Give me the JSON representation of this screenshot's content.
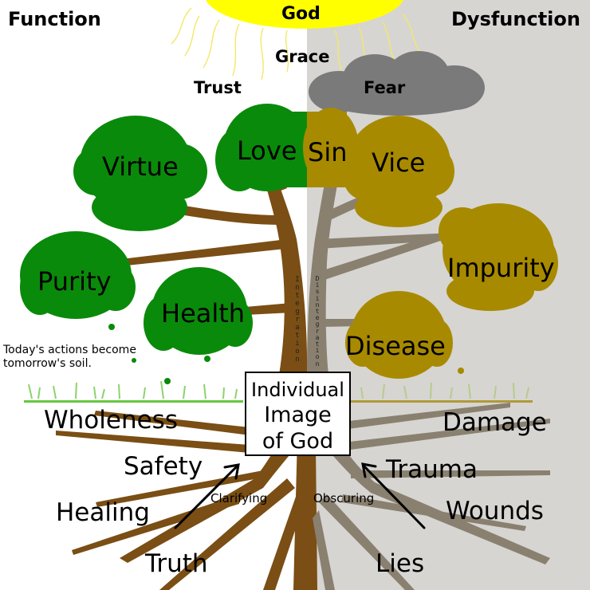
{
  "header": {
    "left_title": "Function",
    "right_title": "Dysfunction"
  },
  "sky": {
    "sun_label": "God",
    "grace_label": "Grace",
    "trust_label": "Trust",
    "fear_label": "Fear"
  },
  "canopy": {
    "virtue": "Virtue",
    "love": "Love",
    "sin": "Sin",
    "vice": "Vice",
    "purity": "Purity",
    "impurity": "Impurity",
    "health": "Health",
    "disease": "Disease"
  },
  "trunk": {
    "integration": "Integration",
    "disintegration": "Disintegration"
  },
  "note": {
    "line1": "Today's actions become",
    "line2": "tomorrow's soil."
  },
  "center": {
    "line1": "Individual",
    "line2": "Image",
    "line3": "of God"
  },
  "roots_left": {
    "wholeness": "Wholeness",
    "safety": "Safety",
    "healing": "Healing",
    "truth": "Truth",
    "clarifying": "Clarifying"
  },
  "roots_right": {
    "damage": "Damage",
    "trauma": "Trauma",
    "wounds": "Wounds",
    "lies": "Lies",
    "obscuring": "Obscuring"
  },
  "colors": {
    "healthy_foliage": "#0a8a0a",
    "unhealthy_foliage": "#a88a00",
    "healthy_wood": "#7a4e14",
    "unhealthy_wood": "#8a8070",
    "dysfunction_bg": "#d6d5d2",
    "sun": "#ffff00",
    "cloud": "#7a7a7a"
  }
}
